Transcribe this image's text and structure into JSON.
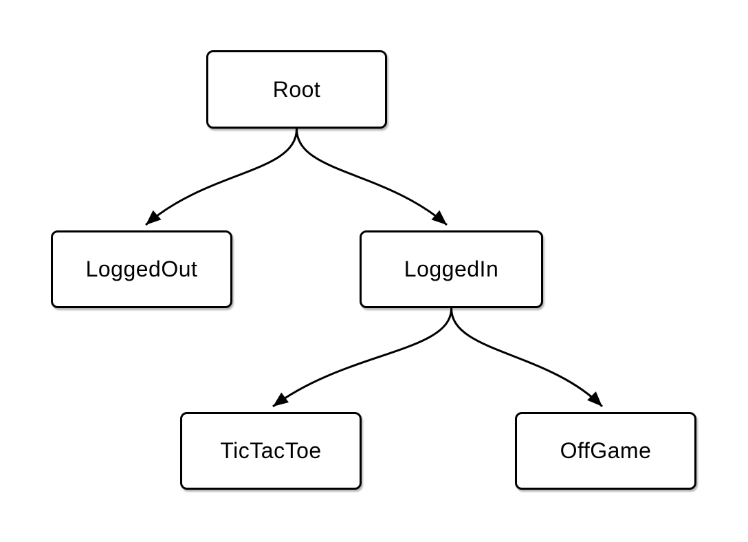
{
  "diagram": {
    "type": "state-hierarchy-tree",
    "colors": {
      "background": "#ffffff",
      "node_fill": "#ffffff",
      "node_border": "#000000",
      "node_text": "#000000",
      "edge": "#000000"
    },
    "nodes": [
      {
        "id": "root",
        "label": "Root"
      },
      {
        "id": "loggedout",
        "label": "LoggedOut"
      },
      {
        "id": "loggedin",
        "label": "LoggedIn"
      },
      {
        "id": "tictactoe",
        "label": "TicTacToe"
      },
      {
        "id": "offgame",
        "label": "OffGame"
      }
    ],
    "edges": [
      {
        "from": "Root",
        "to": "LoggedOut"
      },
      {
        "from": "Root",
        "to": "LoggedIn"
      },
      {
        "from": "LoggedIn",
        "to": "TicTacToe"
      },
      {
        "from": "LoggedIn",
        "to": "OffGame"
      }
    ]
  }
}
